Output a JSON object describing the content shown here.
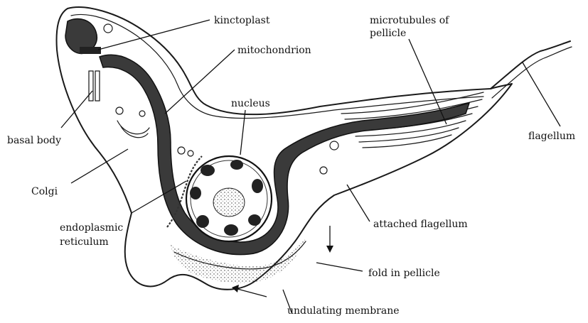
{
  "labels": {
    "kinetoplast": "kinctoplast",
    "mitochondrion": "mitochondrion",
    "microtubules_line1": "microtubules of",
    "microtubules_line2": "pellicle",
    "nucleus": "nucleus",
    "basal_body": "basal body",
    "flagellum": "flagellum",
    "golgi": "Colgi",
    "attached_flagellum": "attached flagellum",
    "er_line1": "endoplasmic",
    "er_line2": "reticulum",
    "fold_in_pellicle": "fold in pellicle",
    "undulating_membrane": "undulating membrane"
  }
}
